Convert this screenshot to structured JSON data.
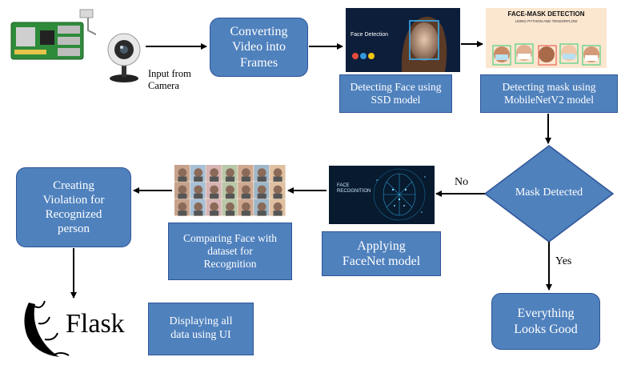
{
  "nodes": {
    "input_label": "Input from\nCamera",
    "convert": "Converting\nVideo into\nFrames",
    "detect_face": "Detecting Face using\nSSD model",
    "detect_mask": "Detecting mask using\nMobileNetV2 model",
    "mask_detected": "Mask Detected",
    "no": "No",
    "yes": "Yes",
    "everything_good": "Everything\nLooks Good",
    "facenet": "Applying\nFaceNet model",
    "compare": "Comparing Face with\ndataset for\nRecognition",
    "violation": "Creating\nViolation for\nRecognized\nperson",
    "flask": "Flask",
    "display": "Displaying all\ndata using UI"
  },
  "images": {
    "face_detection_text": "Face Detection",
    "mask_title": "FACE-MASK DETECTION",
    "mask_subtitle": "USING PYTHON AND TENSORFLOW",
    "face_recognition_text": "FACE\nRECOGNITION"
  },
  "colors": {
    "box_fill": "#4f81bd",
    "box_border": "#2f5597",
    "arrow": "#000000"
  }
}
